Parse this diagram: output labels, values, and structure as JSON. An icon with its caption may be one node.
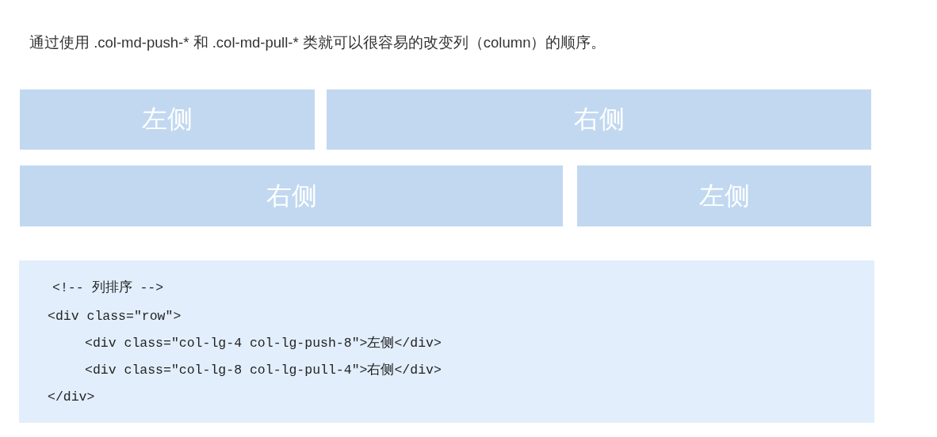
{
  "diagram": {
    "title": "通过使用 .col-md-push-* 和 .col-md-pull-* 类就可以很容易的改变列（column）的顺序。",
    "nodes": [
      {
        "text": [
          "左侧"
        ]
      },
      {
        "text": [
          "右侧"
        ]
      },
      {
        "text": [
          "右侧"
        ]
      },
      {
        "text": [
          "左侧"
        ]
      },
      {
        "text": [
          "<!-- 列排序 -->",
          "<div class=\"row\">",
          "<div class=\"col-lg-4 col-lg-push-8\">左侧</div>",
          "<div class=\"col-lg-8 col-lg-pull-4\">右侧</div>",
          "</div>"
        ]
      }
    ]
  }
}
